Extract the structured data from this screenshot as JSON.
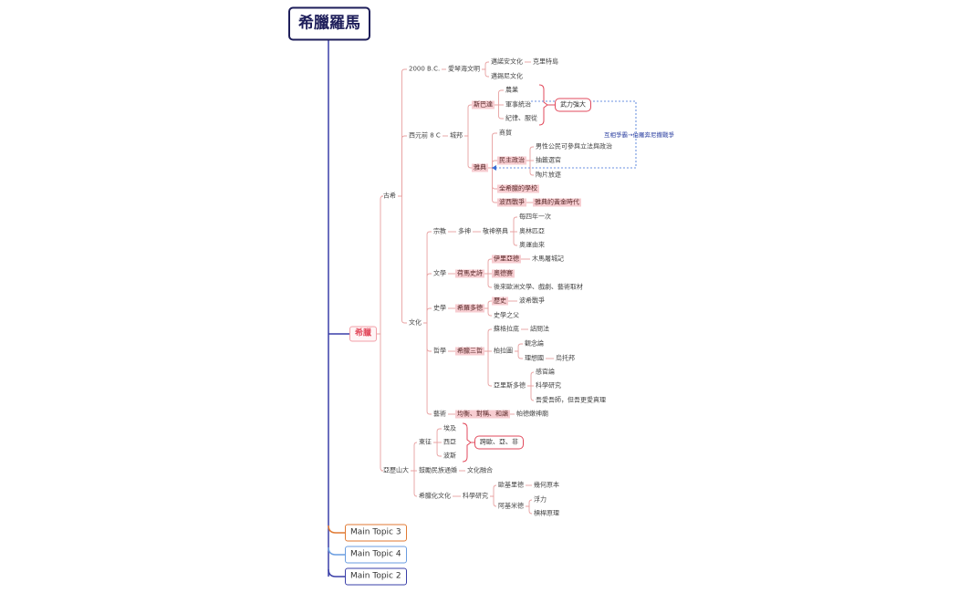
{
  "title": "希臘羅馬",
  "colors": {
    "root": "#1e1e5a",
    "branch_line": "#e8a1a1",
    "main_line_navy": "#3a3fa8",
    "orange": "#e07a33",
    "light_blue": "#6a9de0",
    "indigo": "#3a3fa8",
    "highlight_bg": "#f7cdd1",
    "relationship": "#3b6fd6"
  },
  "nodes": [
    {
      "id": "greece",
      "text": "希臘"
    },
    {
      "id": "ancient",
      "text": "古希"
    },
    {
      "id": "bc2000",
      "text": "2000 B.C."
    },
    {
      "id": "aegean",
      "text": "愛琴海文明"
    },
    {
      "id": "minoan",
      "text": "邁諾安文化"
    },
    {
      "id": "crete",
      "text": "克里特島"
    },
    {
      "id": "mycenae",
      "text": "邁錫尼文化"
    },
    {
      "id": "bc8",
      "text": "西元前 8 C"
    },
    {
      "id": "polis",
      "text": "城邦"
    },
    {
      "id": "sparta",
      "text": "斯巴達"
    },
    {
      "id": "agri",
      "text": "農業"
    },
    {
      "id": "military",
      "text": "軍事統治"
    },
    {
      "id": "discipline",
      "text": "紀律、服從"
    },
    {
      "id": "strong",
      "text": "武力強大"
    },
    {
      "id": "athens",
      "text": "雅典"
    },
    {
      "id": "commerce",
      "text": "商貿"
    },
    {
      "id": "democracy",
      "text": "民主政治"
    },
    {
      "id": "male",
      "text": "男性公民可參與立法與政治"
    },
    {
      "id": "lottery",
      "text": "抽籤選官"
    },
    {
      "id": "ostracism",
      "text": "陶片放逐"
    },
    {
      "id": "school",
      "text": "全希臘的學校"
    },
    {
      "id": "persian",
      "text": "波西戰爭"
    },
    {
      "id": "golden",
      "text": "雅典的黃金時代"
    },
    {
      "id": "rel",
      "text": "互相爭霸→伯羅奔尼撒戰爭"
    },
    {
      "id": "culture",
      "text": "文化"
    },
    {
      "id": "religion",
      "text": "宗教"
    },
    {
      "id": "poly",
      "text": "多神"
    },
    {
      "id": "festival",
      "text": "敬神祭典"
    },
    {
      "id": "four",
      "text": "每四年一次"
    },
    {
      "id": "olympia",
      "text": "奧林匹亞"
    },
    {
      "id": "olympic",
      "text": "奧運由來"
    },
    {
      "id": "literature",
      "text": "文學"
    },
    {
      "id": "homer",
      "text": "荷馬史詩"
    },
    {
      "id": "iliad",
      "text": "伊里亞德"
    },
    {
      "id": "horse",
      "text": "木馬屠城記"
    },
    {
      "id": "odyssey",
      "text": "奧德賽"
    },
    {
      "id": "later",
      "text": "後來歐洲文學、戲劇、藝術取材"
    },
    {
      "id": "history",
      "text": "史學"
    },
    {
      "id": "herodotus",
      "text": "希羅多德"
    },
    {
      "id": "hist_book",
      "text": "歷史"
    },
    {
      "id": "greco_persian",
      "text": "波希戰爭"
    },
    {
      "id": "father",
      "text": "史學之父"
    },
    {
      "id": "philosophy",
      "text": "哲學"
    },
    {
      "id": "three",
      "text": "希臘三哲"
    },
    {
      "id": "socrates",
      "text": "蘇格拉底"
    },
    {
      "id": "dialectic",
      "text": "詰問法"
    },
    {
      "id": "plato",
      "text": "柏拉圖"
    },
    {
      "id": "idea",
      "text": "觀念論"
    },
    {
      "id": "republic",
      "text": "理想國"
    },
    {
      "id": "utopia",
      "text": "烏托邦"
    },
    {
      "id": "aristotle",
      "text": "亞里斯多德"
    },
    {
      "id": "senses",
      "text": "感官論"
    },
    {
      "id": "science",
      "text": "科學研究"
    },
    {
      "id": "truth",
      "text": "吾愛吾師，但吾更愛真理"
    },
    {
      "id": "art",
      "text": "藝術"
    },
    {
      "id": "balance",
      "text": "均衡、對稱、和諧"
    },
    {
      "id": "parthenon",
      "text": "帕德嫩神廟"
    },
    {
      "id": "alexander",
      "text": "亞歷山大"
    },
    {
      "id": "conquest",
      "text": "東征"
    },
    {
      "id": "egypt",
      "text": "埃及"
    },
    {
      "id": "west_asia",
      "text": "西亞"
    },
    {
      "id": "persia",
      "text": "波斯"
    },
    {
      "id": "continents",
      "text": "跨歐、亞、非"
    },
    {
      "id": "intermarriage",
      "text": "鼓勵民族通婚"
    },
    {
      "id": "fusion",
      "text": "文化融合"
    },
    {
      "id": "hellenistic",
      "text": "希臘化文化"
    },
    {
      "id": "sci_research",
      "text": "科學研究"
    },
    {
      "id": "euclid",
      "text": "歐基里德"
    },
    {
      "id": "elements",
      "text": "幾何原本"
    },
    {
      "id": "archimedes",
      "text": "阿基米德"
    },
    {
      "id": "buoyancy",
      "text": "浮力"
    },
    {
      "id": "lever",
      "text": "槓桿原理"
    },
    {
      "id": "topic3",
      "text": "Main Topic 3"
    },
    {
      "id": "topic4",
      "text": "Main Topic 4"
    },
    {
      "id": "topic2",
      "text": "Main Topic 2"
    }
  ]
}
